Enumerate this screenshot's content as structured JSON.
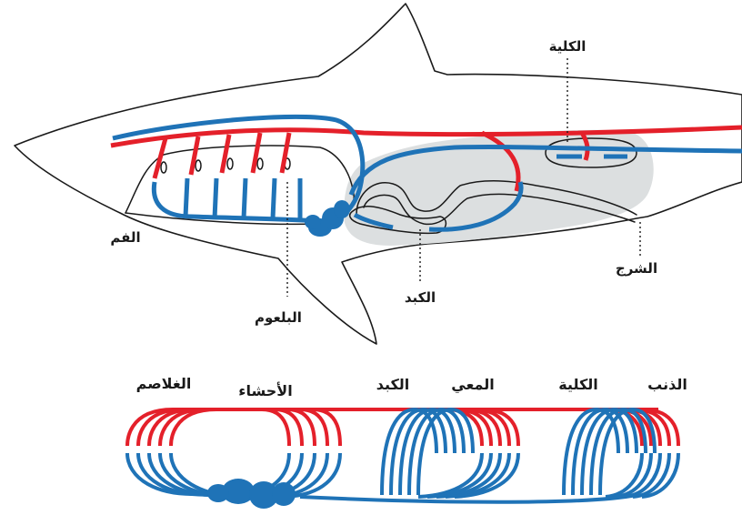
{
  "colors": {
    "artery": "#e4202a",
    "vein": "#1f73b7",
    "viscera_shade": "#dcdfe0",
    "outline": "#1a1a1a"
  },
  "shark_labels": {
    "kidney": "الكلية",
    "mouth": "الفم",
    "pharynx": "البلعوم",
    "liver": "الكبد",
    "anus": "الشرج"
  },
  "schematic_labels": {
    "gills": "الغلاصم",
    "viscera": "الأحشاء",
    "liver": "الكبد",
    "intestine": "المعي",
    "kidney": "الكلية",
    "tail": "الذنب"
  }
}
